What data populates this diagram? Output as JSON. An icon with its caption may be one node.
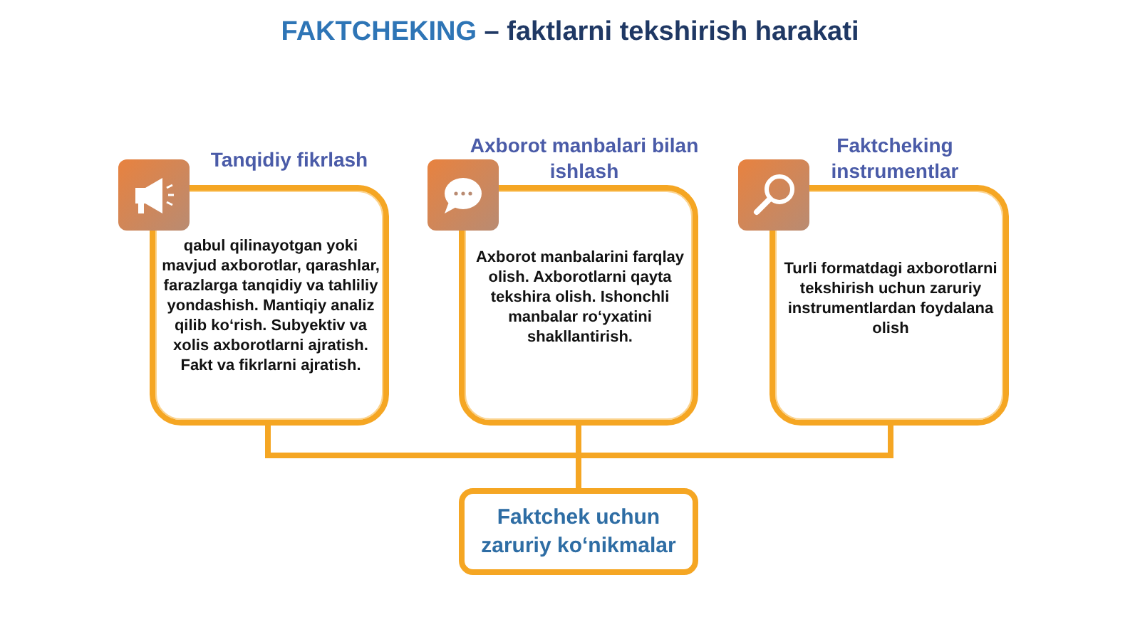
{
  "diagram": {
    "title": "FAKTCHEKING – faktlarni tekshirish harakati",
    "nodes": [
      {
        "text": [
          "Tanqidiy fikrlash",
          "qabul qilinayotgan yoki mavjud axborotlar, qarashlar, farazlarga tanqidiy va tahliliy yondashish. Mantiqiy analiz qilib ko‘rish. Subyektiv va xolis axborotlarni ajratish. Fakt va fikrlarni ajratish."
        ]
      },
      {
        "text": [
          "Axborot manbalari bilan ishlash",
          "Axborot manbalarini farqlay olish. Axborotlarni qayta tekshira olish. Ishonchli manbalar ro‘yxatini shakllantirish."
        ]
      },
      {
        "text": [
          "Faktcheking instrumentlar",
          "Turli formatdagi axborotlarni tekshirish uchun zaruriy instrumentlardan foydalana olish"
        ]
      },
      {
        "text": [
          "Faktchek uchun zaruriy ko‘nikmalar"
        ]
      }
    ],
    "edges": [
      {
        "from": 0,
        "to": 3,
        "arrow": "none"
      },
      {
        "from": 1,
        "to": 3,
        "arrow": "none"
      },
      {
        "from": 2,
        "to": 3,
        "arrow": "none"
      }
    ]
  }
}
